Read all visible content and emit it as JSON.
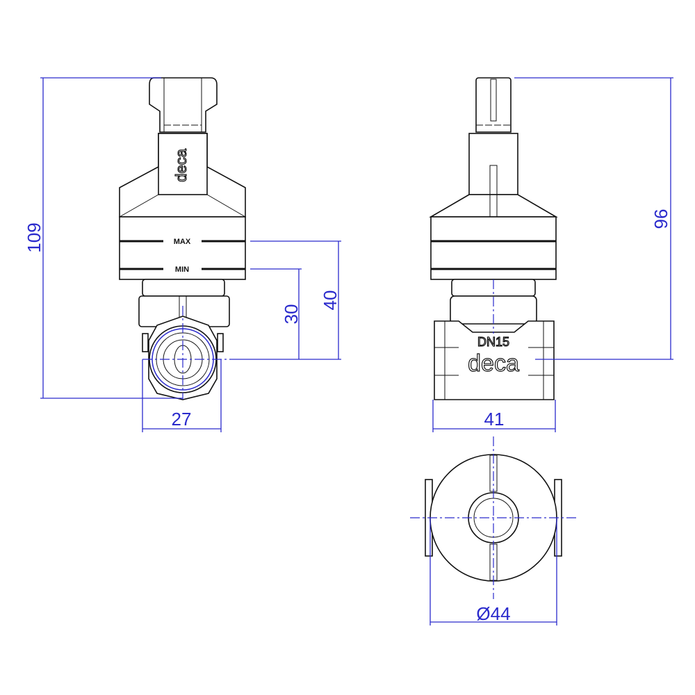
{
  "drawing": {
    "labels": {
      "max": "MAX",
      "min": "MIN",
      "brand": "deca",
      "size": "DN15"
    },
    "dimensions": {
      "total_height": "109",
      "height_right": "96",
      "max_height": "40",
      "min_height": "30",
      "width_side": "27",
      "width_front": "41",
      "diameter": "Ø44"
    },
    "colors": {
      "dimension": "#2a2acc",
      "outline": "#111111"
    }
  }
}
